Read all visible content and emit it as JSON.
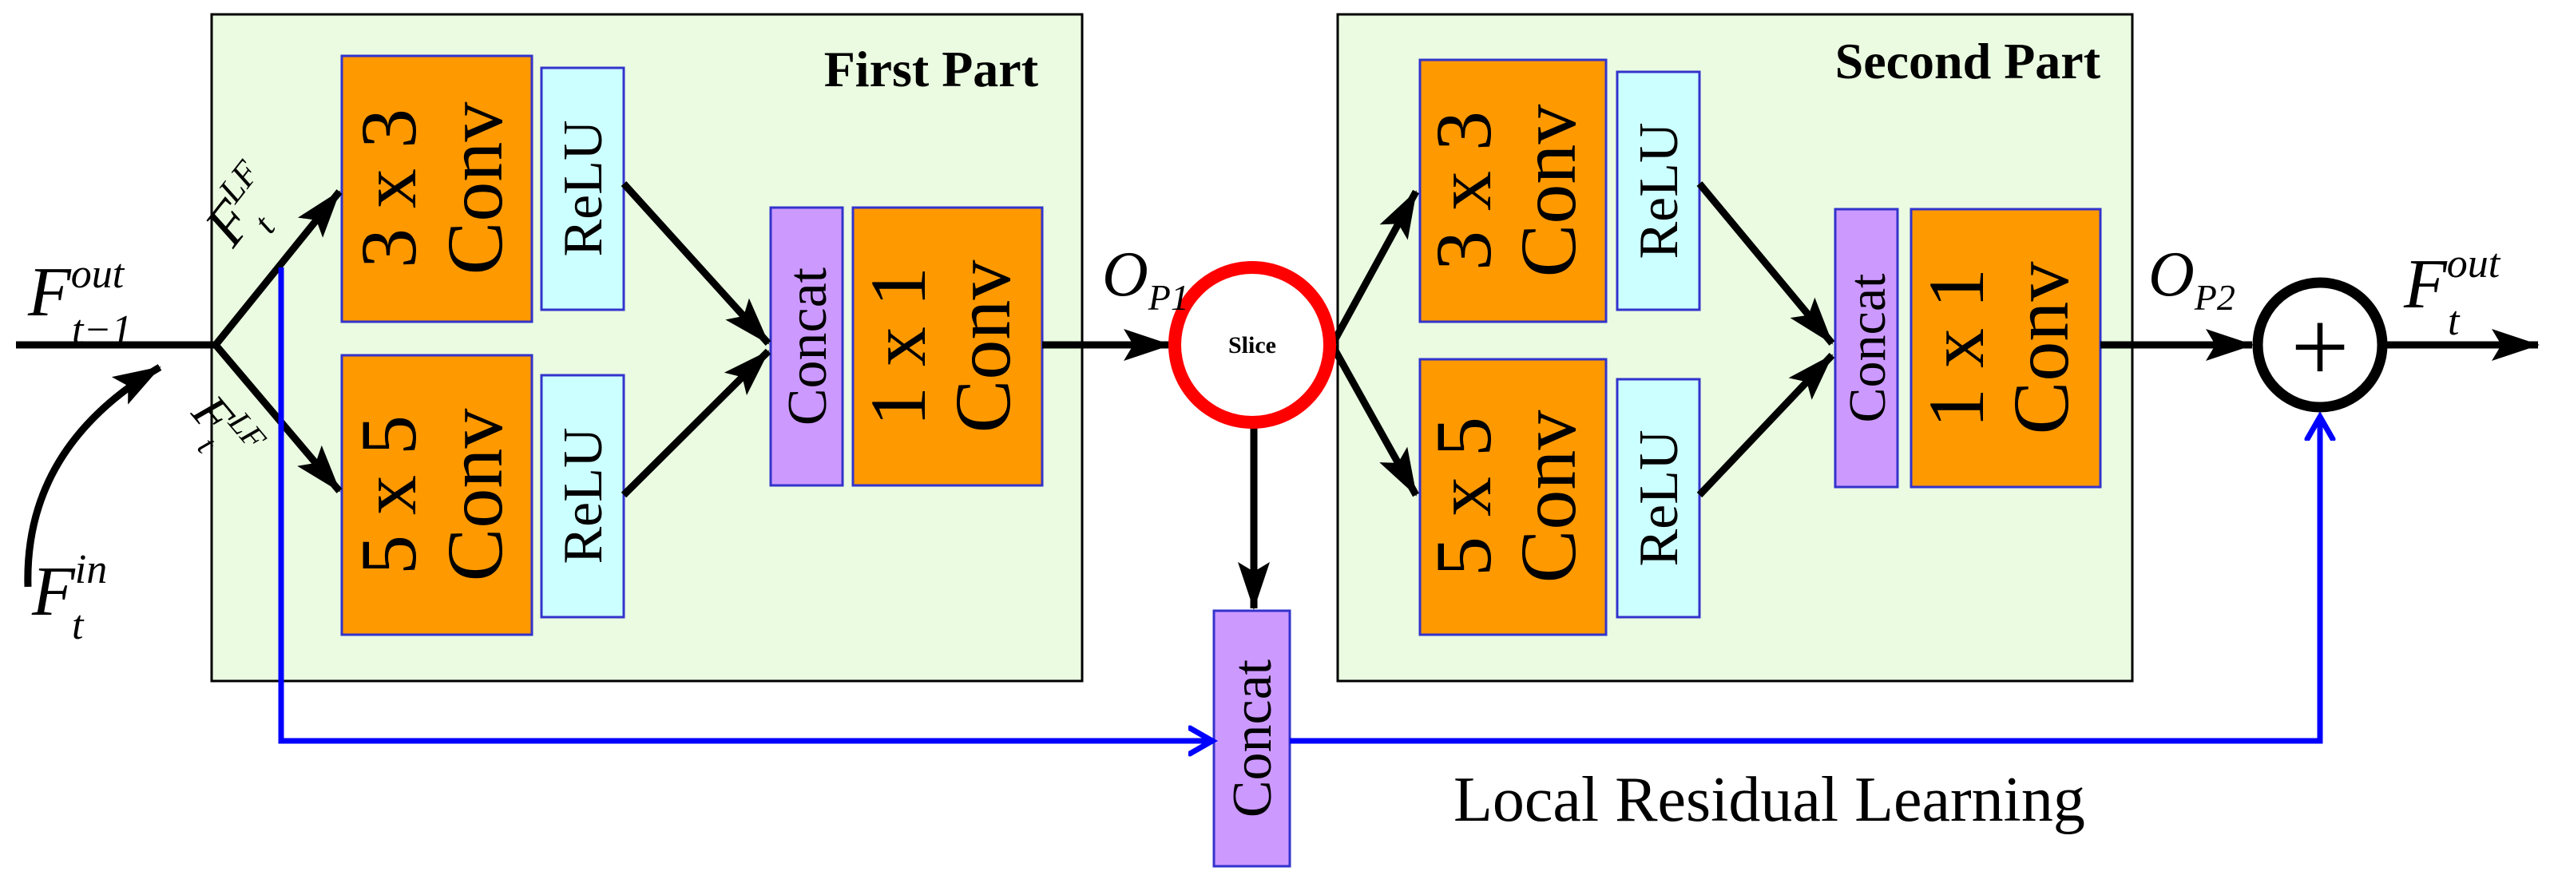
{
  "parts": {
    "first": {
      "title": "First Part"
    },
    "second": {
      "title": "Second Part"
    }
  },
  "blocks": {
    "conv3": {
      "kernel": "3 x 3",
      "op": "Conv"
    },
    "conv5": {
      "kernel": "5 x 5",
      "op": "Conv"
    },
    "conv1": {
      "kernel": "1 x 1",
      "op": "Conv"
    },
    "relu": "ReLU",
    "concat": "Concat",
    "slice": "Slice"
  },
  "symbols": {
    "F": "F",
    "O": "O",
    "sup_out": "out",
    "sub_t_minus_1": "t−1",
    "sub_t": "t",
    "sup_in": "in",
    "sup_LF": "LF",
    "sub_P1": "P1",
    "sub_P2": "P2",
    "plus": "+"
  },
  "caption": "Local Residual Learning",
  "colors": {
    "part_bg": "#eafbe1",
    "conv": "#ff9900",
    "relu": "#ccffff",
    "concat": "#cc99ff",
    "block_border": "#3333cc",
    "slice_ring": "#ff0000",
    "residual": "#0000ff",
    "arrow": "#000000"
  }
}
